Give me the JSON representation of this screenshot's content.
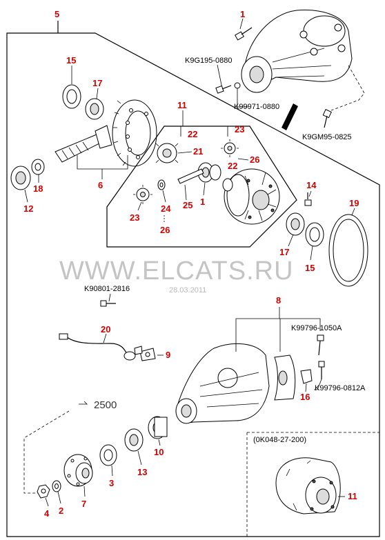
{
  "diagram": {
    "watermark": "WWW.ELCATS.RU",
    "watermark_date": "28.03.2011",
    "reference_label": "2500",
    "inset_label": "(0K048-27-200)",
    "part_numbers": {
      "bolt_top": "K9G195-0880",
      "washer": "K99971-0880",
      "bolt_right": "K9GM95-0825",
      "sensor_bolt": "K90801-2816",
      "cap_bolt": "K99796-1050A",
      "cap_bolt_small": "K99796-0812A"
    },
    "callouts": {
      "c5": "5",
      "c1_top": "1",
      "c15_top": "15",
      "c17_top": "17",
      "c11_top": "11",
      "c22_a": "22",
      "c23_a": "23",
      "c21": "21",
      "c26_a": "26",
      "c22_b": "22",
      "c12": "12",
      "c18": "18",
      "c6": "6",
      "c14": "14",
      "c19": "19",
      "c23_b": "23",
      "c24": "24",
      "c25": "25",
      "c1_mid": "1",
      "c26_b": "26",
      "c17_mid": "17",
      "c15_mid": "15",
      "c8": "8",
      "c20": "20",
      "c9": "9",
      "c16": "16",
      "c10": "10",
      "c13": "13",
      "c3": "3",
      "c7": "7",
      "c4": "4",
      "c2": "2",
      "c11_bottom": "11"
    }
  }
}
